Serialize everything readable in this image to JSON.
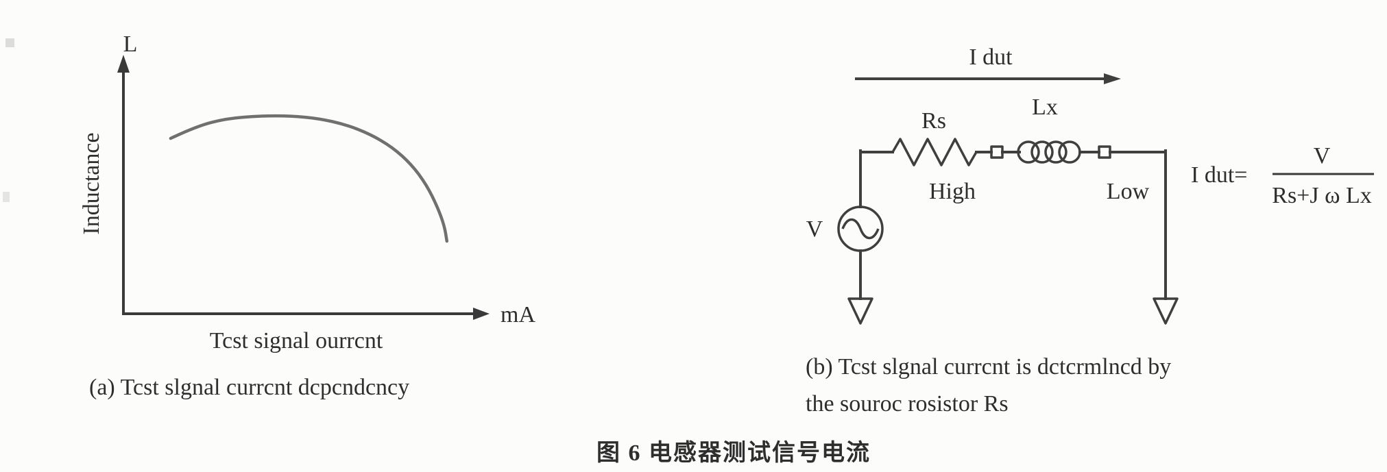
{
  "figure": {
    "caption": "图 6  电感器测试信号电流"
  },
  "panel_a": {
    "y_axis_symbol": "L",
    "y_axis_title": "Inductance",
    "x_axis_unit": "mA",
    "x_axis_title": "Tcst signal ourrcnt",
    "caption": "(a) Tcst slgnal currcnt dcpcndcncy"
  },
  "panel_b": {
    "current_label": "I dut",
    "resistor_label": "Rs",
    "inductor_label": "Lx",
    "terminal_high_label": "High",
    "terminal_low_label": "Low",
    "source_label": "V",
    "equation": {
      "lhs": "I dut=",
      "numerator": "V",
      "denominator": "Rs+J ω Lx"
    },
    "caption_line1": "(b) Tcst slgnal currcnt is dctcrmlncd by",
    "caption_line2": "the souroc rosistor Rs"
  },
  "chart_data": {
    "type": "line",
    "title": "(a) Tcst slgnal currcnt dcpcndcncy",
    "xlabel": "Tcst signal ourrcnt (mA)",
    "ylabel": "Inductance (L)",
    "grid": false,
    "legend": false,
    "axis_tick_labels": "none visible (qualitative sketch)",
    "x_range_normalized": [
      0,
      1
    ],
    "y_range_normalized": [
      0,
      1
    ],
    "series": [
      {
        "name": "Inductance vs test signal current",
        "points_normalized": [
          [
            0.135,
            0.715
          ],
          [
            0.206,
            0.763
          ],
          [
            0.294,
            0.796
          ],
          [
            0.392,
            0.807
          ],
          [
            0.48,
            0.807
          ],
          [
            0.559,
            0.796
          ],
          [
            0.637,
            0.771
          ],
          [
            0.706,
            0.732
          ],
          [
            0.769,
            0.679
          ],
          [
            0.824,
            0.609
          ],
          [
            0.867,
            0.525
          ],
          [
            0.898,
            0.436
          ],
          [
            0.918,
            0.358
          ],
          [
            0.925,
            0.296
          ]
        ],
        "description": "Inductance is roughly flat at low test-signal current, then rolls off steeply at high current"
      }
    ]
  },
  "colors": {
    "ink": "#2e2e2e",
    "line": "#3a3a3a",
    "curve": "#707070",
    "paper": "#fcfcfb"
  }
}
